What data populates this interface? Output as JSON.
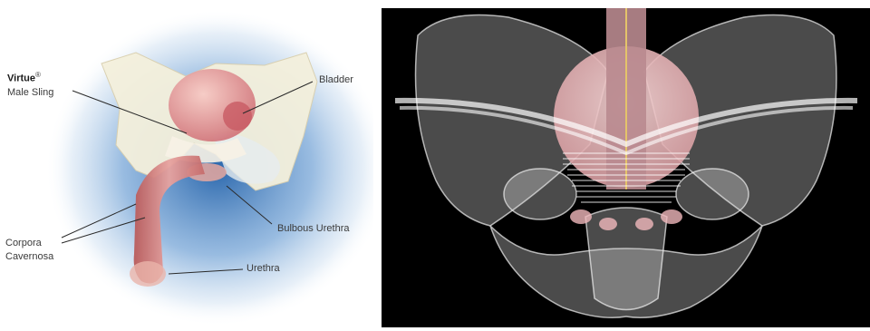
{
  "left_illustration": {
    "product_name": "Virtue",
    "product_mark": "®",
    "product_descriptor": "Male Sling",
    "labels": {
      "bladder": "Bladder",
      "bulbous_urethra": "Bulbous Urethra",
      "corpora_line1": "Corpora",
      "corpora_line2": "Cavernosa",
      "urethra": "Urethra"
    },
    "colors": {
      "halo": "#2f6fb5",
      "bone": "#f3efd9",
      "tissue": "#e29a9a",
      "sling": "#f5f1e6"
    }
  },
  "right_illustration": {
    "colors": {
      "background": "#000000",
      "bone": "#d8d8d8",
      "bladder": "#f2c8c8",
      "urethra": "#b98a8f",
      "mesh": "#ffffff"
    }
  }
}
